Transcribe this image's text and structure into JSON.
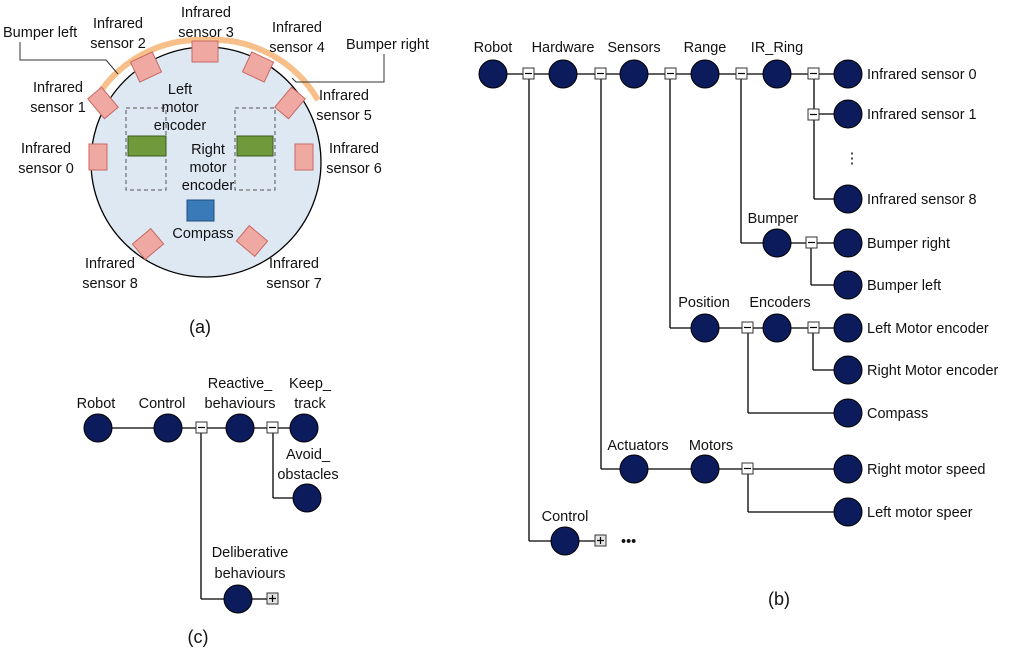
{
  "panels": {
    "a": {
      "caption": "(a)",
      "colors": {
        "body": "#dde8f3",
        "sensor": "#f0a8a2",
        "bumper": "#f7c08a",
        "encoder": "#6f9a3c",
        "compass": "#3a7ab8"
      },
      "sensor_labels": [
        [
          "Infrared",
          "sensor 0"
        ],
        [
          "Infrared",
          "sensor 1"
        ],
        [
          "Infrared",
          "sensor 2"
        ],
        [
          "Infrared",
          "sensor 3"
        ],
        [
          "Infrared",
          "sensor 4"
        ],
        [
          "Infrared",
          "sensor 5"
        ],
        [
          "Infrared",
          "sensor 6"
        ],
        [
          "Infrared",
          "sensor 7"
        ],
        [
          "Infrared",
          "sensor 8"
        ]
      ],
      "bumper_left": "Bumper left",
      "bumper_right": "Bumper right",
      "left_encoder": [
        "Left",
        "motor",
        "encoder"
      ],
      "right_encoder": [
        "Right",
        "motor",
        "encoder"
      ],
      "compass": "Compass"
    },
    "b": {
      "caption": "(b)",
      "colors": {
        "node": "#0b1b5c"
      },
      "labels": {
        "robot": "Robot",
        "hardware": "Hardware",
        "sensors": "Sensors",
        "range": "Range",
        "ir_ring": "IR_Ring",
        "ir0": "Infrared sensor 0",
        "ir1": "Infrared sensor 1",
        "vdots": "⋮",
        "ir8": "Infrared sensor 8",
        "bumper": "Bumper",
        "bumper_right": "Bumper right",
        "bumper_left": "Bumper left",
        "position": "Position",
        "encoders": "Encoders",
        "left_enc": "Left Motor encoder",
        "right_enc": "Right Motor encoder",
        "compass": "Compass",
        "actuators": "Actuators",
        "motors": "Motors",
        "right_speed": "Right motor speed",
        "left_speed": "Left motor speer",
        "control": "Control",
        "ellipsis": "•••"
      }
    },
    "c": {
      "caption": "(c)",
      "labels": {
        "robot": "Robot",
        "control": "Control",
        "reactive": [
          "Reactive_",
          "behaviours"
        ],
        "keep_track": [
          "Keep_",
          "track"
        ],
        "avoid": [
          "Avoid_",
          "obstacles"
        ],
        "deliberative": [
          "Deliberative",
          "behaviours"
        ]
      }
    }
  }
}
